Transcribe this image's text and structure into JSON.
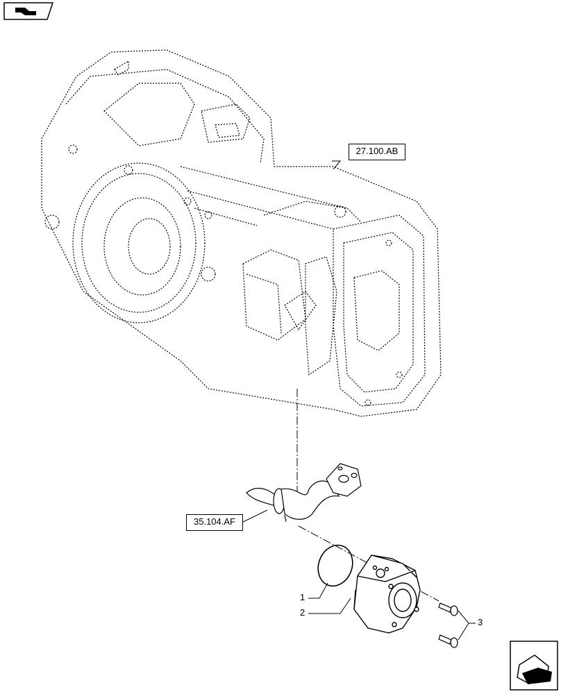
{
  "references": {
    "transmission": "27.100.AB",
    "hose": "35.104.AF"
  },
  "callouts": {
    "item1": "1",
    "item2": "2",
    "item3": "3"
  },
  "icons": {
    "top_left": "return-arrow-icon",
    "bottom_right": "next-page-arrow-icon"
  },
  "colors": {
    "line": "#000000",
    "background": "#ffffff"
  }
}
